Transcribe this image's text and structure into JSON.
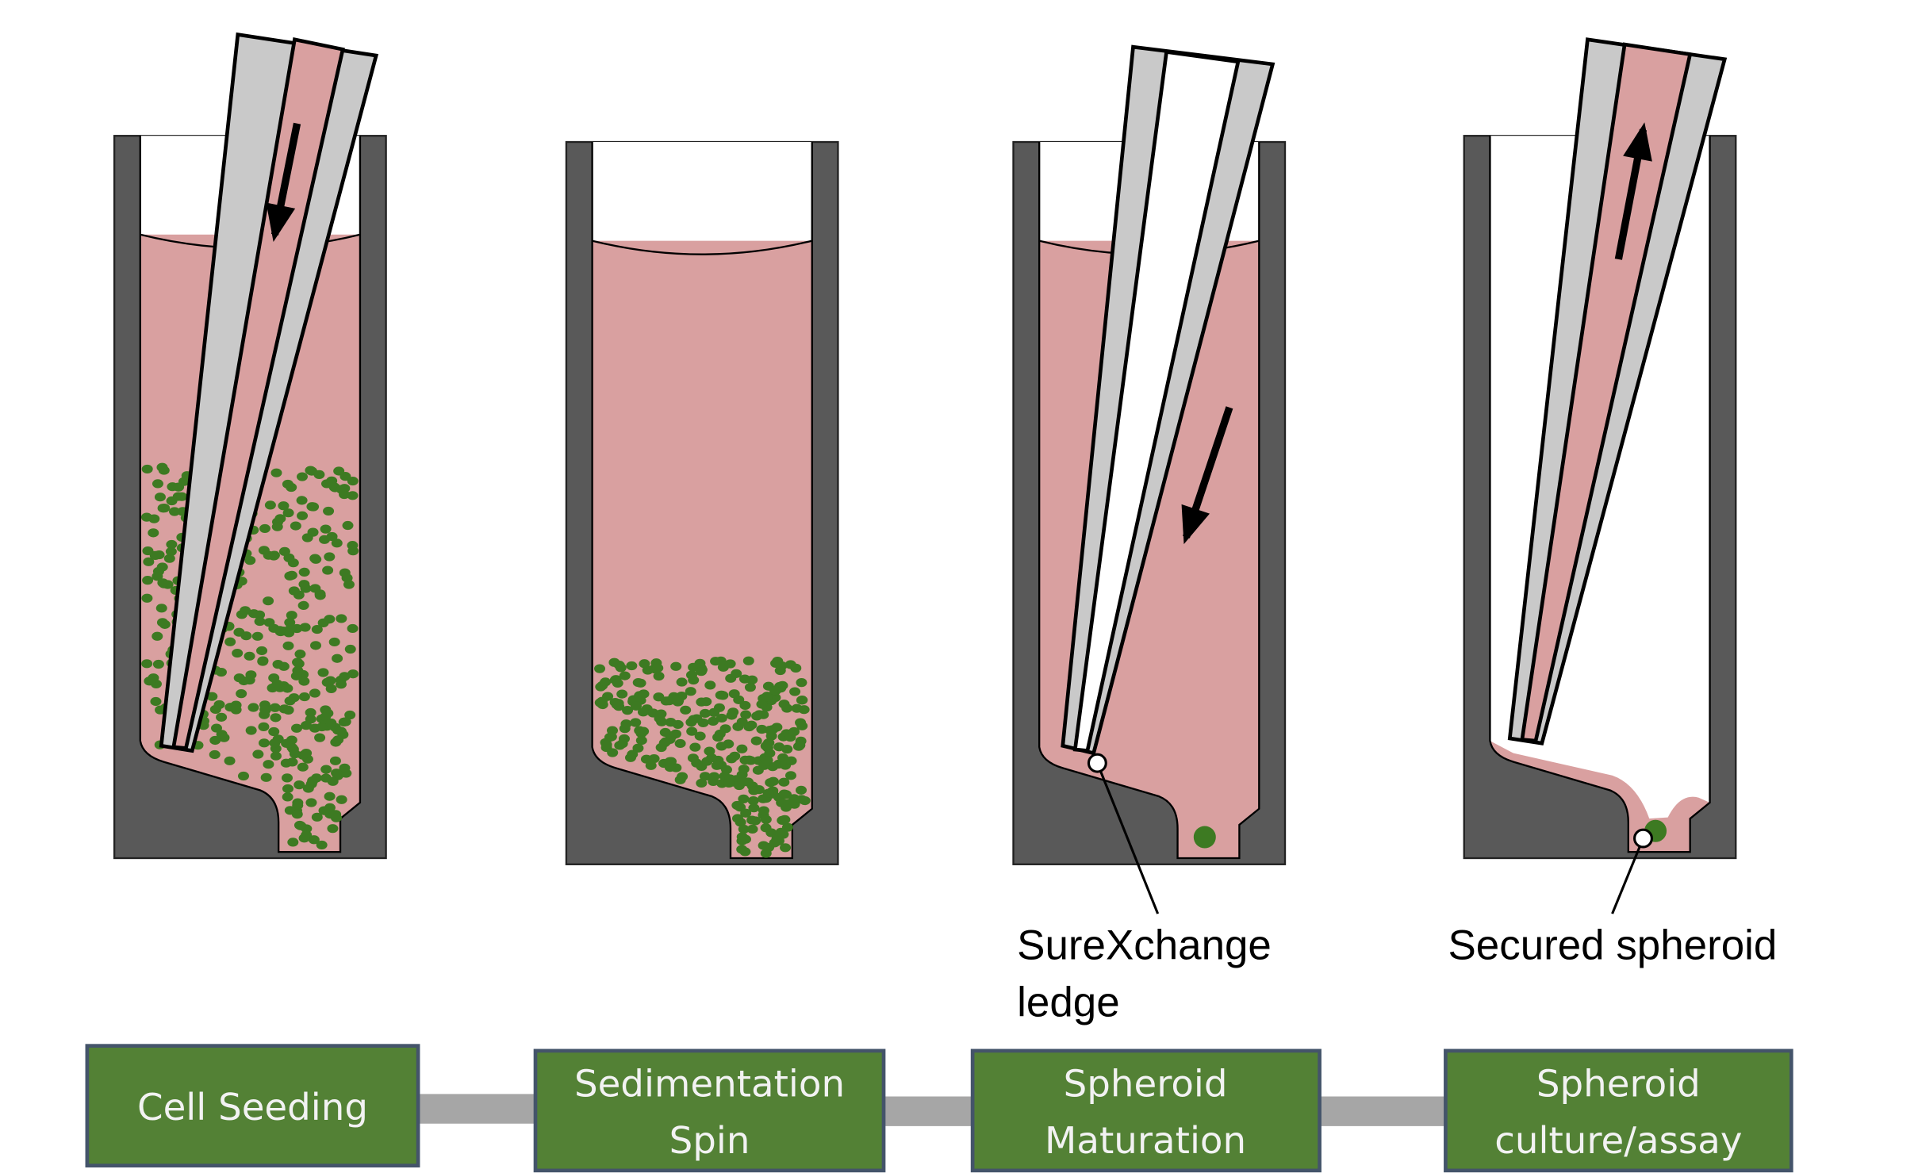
{
  "colors": {
    "well_body": "#595959",
    "medium": "#d9a0a0",
    "tip": "#c9c9c9",
    "cells": "#3d7a22",
    "step_box": "#538135",
    "step_border": "#44546a",
    "flow_arrow": "#a6a6a6"
  },
  "annotations": {
    "ledge_line1": "SureXchange",
    "ledge_line2": "ledge",
    "spheroid": "Secured spheroid"
  },
  "steps": [
    {
      "lines": [
        "Cell Seeding"
      ]
    },
    {
      "lines": [
        "Sedimentation",
        "Spin"
      ]
    },
    {
      "lines": [
        "Spheroid",
        "Maturation"
      ]
    },
    {
      "lines": [
        "Spheroid",
        "culture/assay"
      ]
    }
  ]
}
